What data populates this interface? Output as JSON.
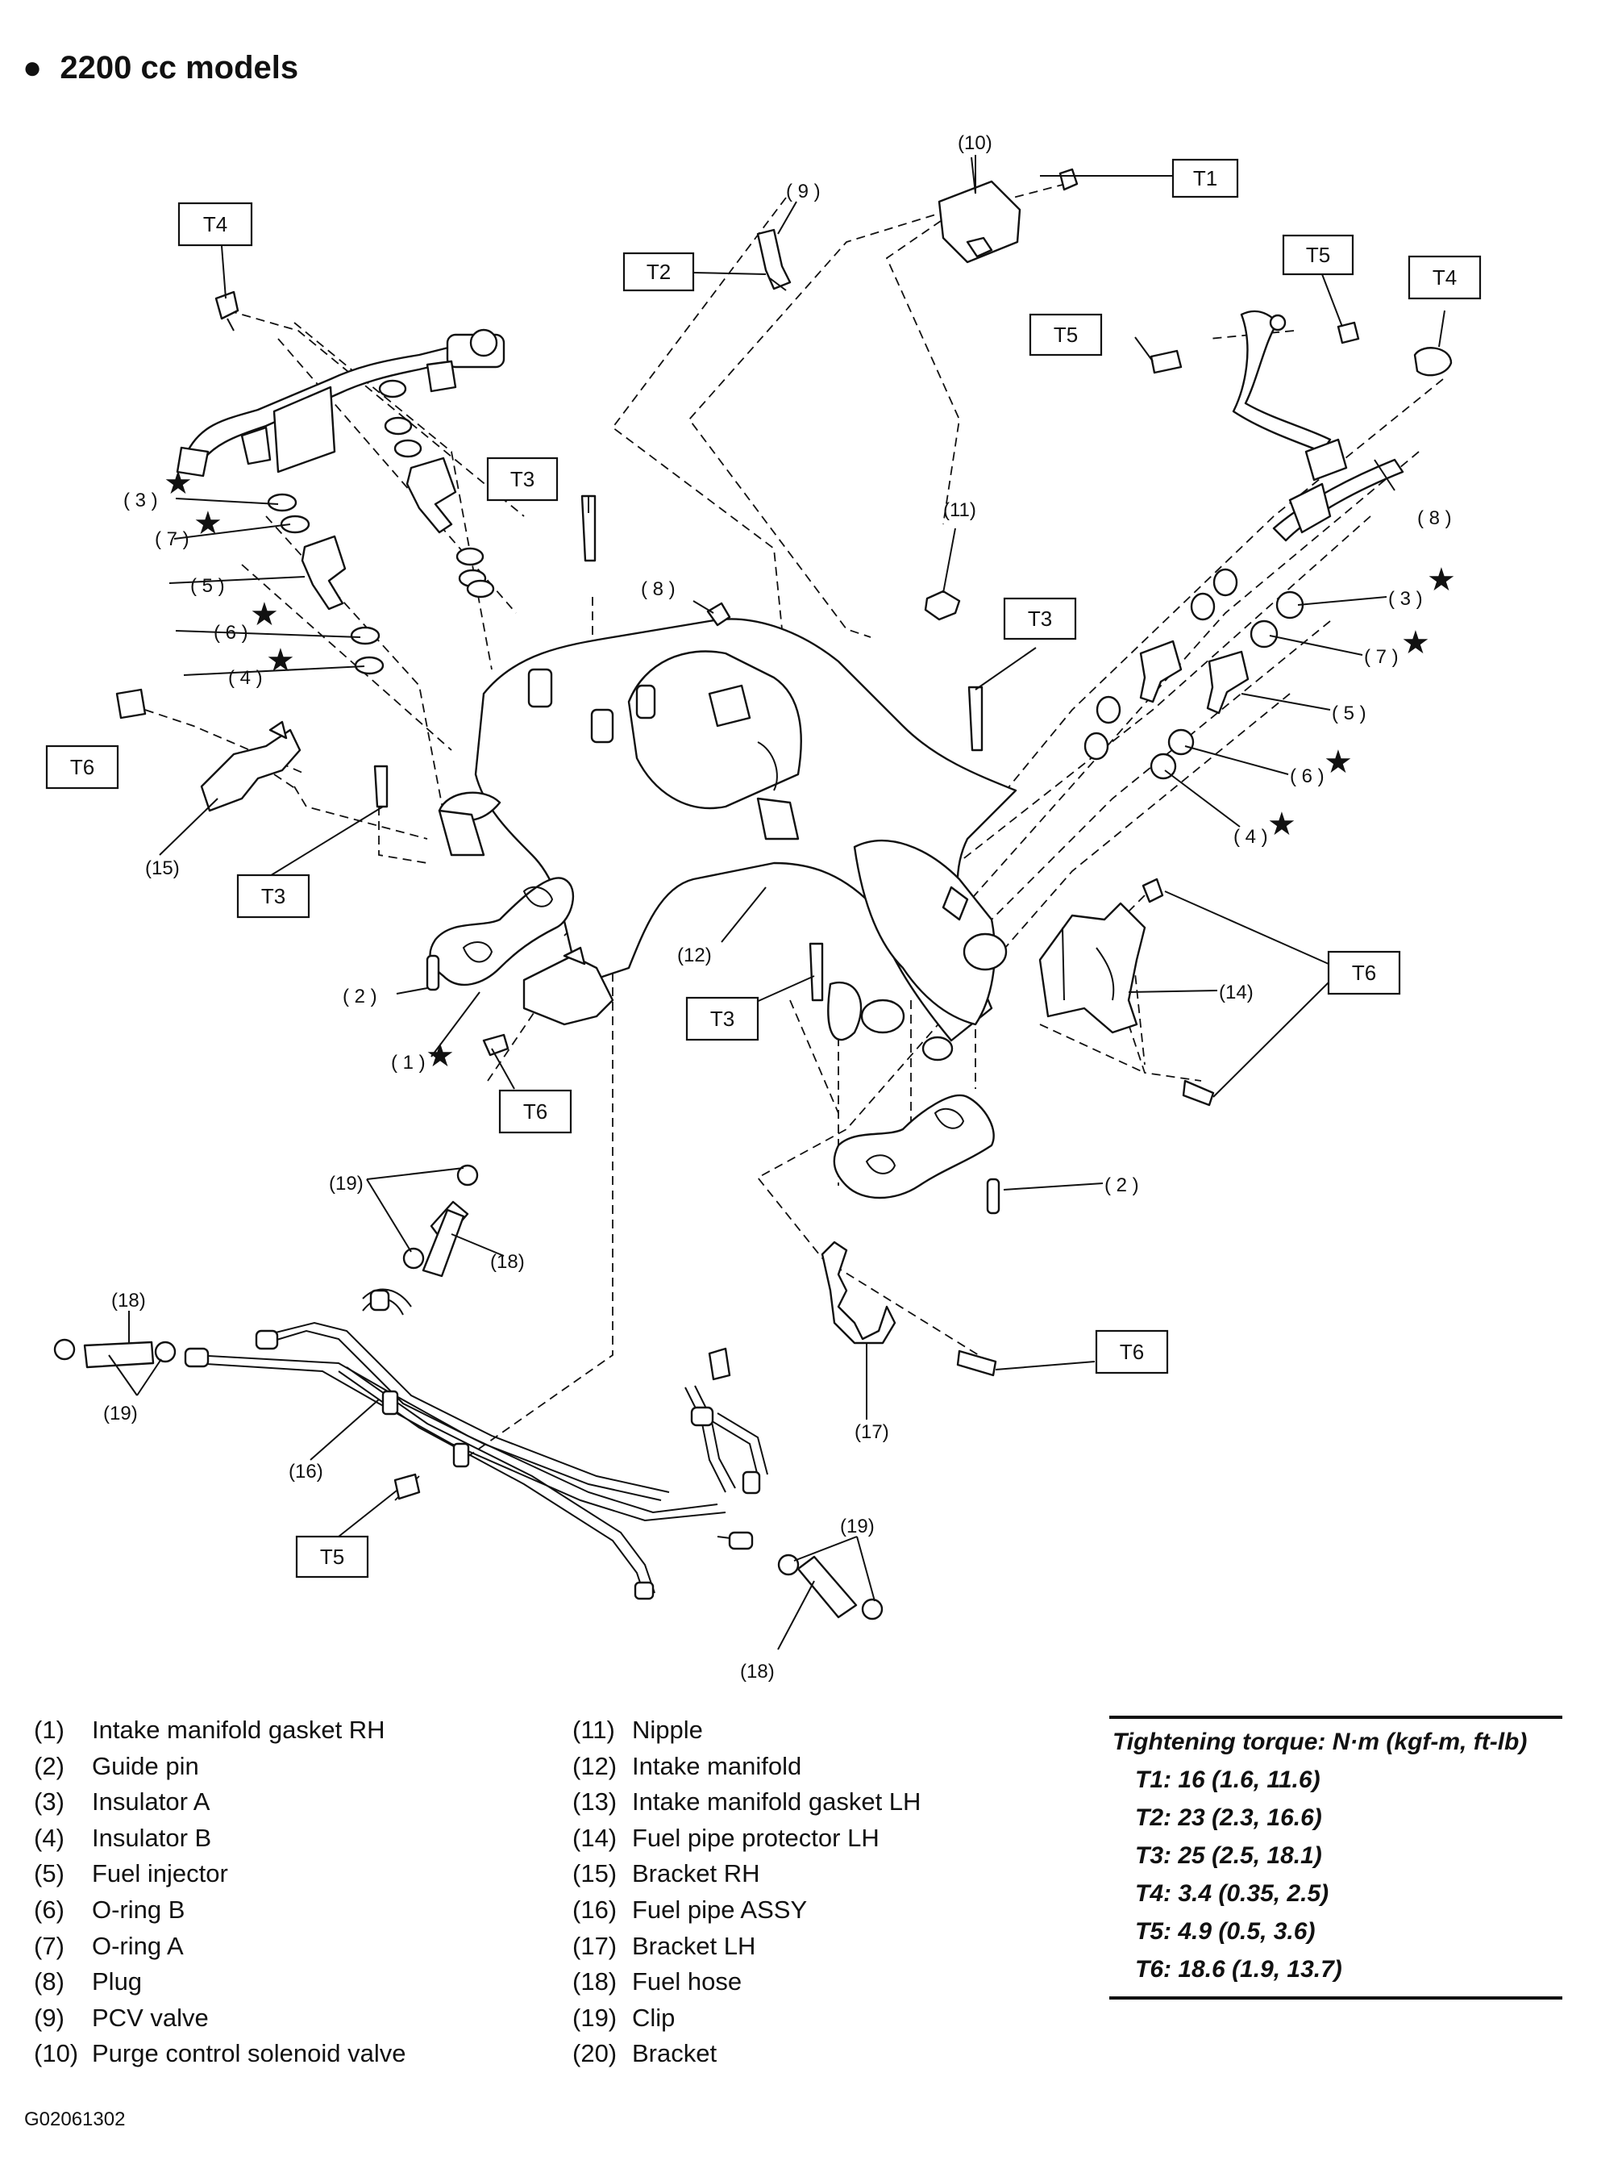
{
  "title": "2200 cc models",
  "figure_code": "G02061302",
  "callouts": {
    "t1": "T1",
    "t2": "T2",
    "t3": "T3",
    "t4": "T4",
    "t5": "T5",
    "t6": "T6",
    "p1": "( 1 )",
    "p2": "( 2 )",
    "p3": "( 3 )",
    "p4": "( 4 )",
    "p5": "( 5 )",
    "p6": "( 6 )",
    "p7": "( 7 )",
    "p8": "( 8 )",
    "p9": "( 9 )",
    "p10": "(10)",
    "p11": "(11)",
    "p12": "(12)",
    "p14": "(14)",
    "p15": "(15)",
    "p16": "(16)",
    "p17": "(17)",
    "p18": "(18)",
    "p19": "(19)",
    "star": "★"
  },
  "legend": {
    "left": [
      {
        "num": "(1)",
        "name": "Intake manifold gasket RH"
      },
      {
        "num": "(2)",
        "name": "Guide pin"
      },
      {
        "num": "(3)",
        "name": "Insulator A"
      },
      {
        "num": "(4)",
        "name": "Insulator B"
      },
      {
        "num": "(5)",
        "name": "Fuel injector"
      },
      {
        "num": "(6)",
        "name": "O-ring B"
      },
      {
        "num": "(7)",
        "name": "O-ring A"
      },
      {
        "num": "(8)",
        "name": "Plug"
      },
      {
        "num": "(9)",
        "name": "PCV valve"
      },
      {
        "num": "(10)",
        "name": "Purge control solenoid valve"
      }
    ],
    "right": [
      {
        "num": "(11)",
        "name": "Nipple"
      },
      {
        "num": "(12)",
        "name": "Intake manifold"
      },
      {
        "num": "(13)",
        "name": "Intake manifold gasket LH"
      },
      {
        "num": "(14)",
        "name": "Fuel pipe protector LH"
      },
      {
        "num": "(15)",
        "name": "Bracket RH"
      },
      {
        "num": "(16)",
        "name": "Fuel pipe ASSY"
      },
      {
        "num": "(17)",
        "name": "Bracket LH"
      },
      {
        "num": "(18)",
        "name": "Fuel hose"
      },
      {
        "num": "(19)",
        "name": "Clip"
      },
      {
        "num": "(20)",
        "name": "Bracket"
      }
    ]
  },
  "torque": {
    "heading": "Tightening torque: N·m (kgf-m, ft-lb)",
    "values": [
      "T1: 16 (1.6, 11.6)",
      "T2: 23 (2.3, 16.6)",
      "T3: 25 (2.5, 18.1)",
      "T4: 3.4 (0.35, 2.5)",
      "T5: 4.9 (0.5, 3.6)",
      "T6: 18.6 (1.9, 13.7)"
    ]
  }
}
